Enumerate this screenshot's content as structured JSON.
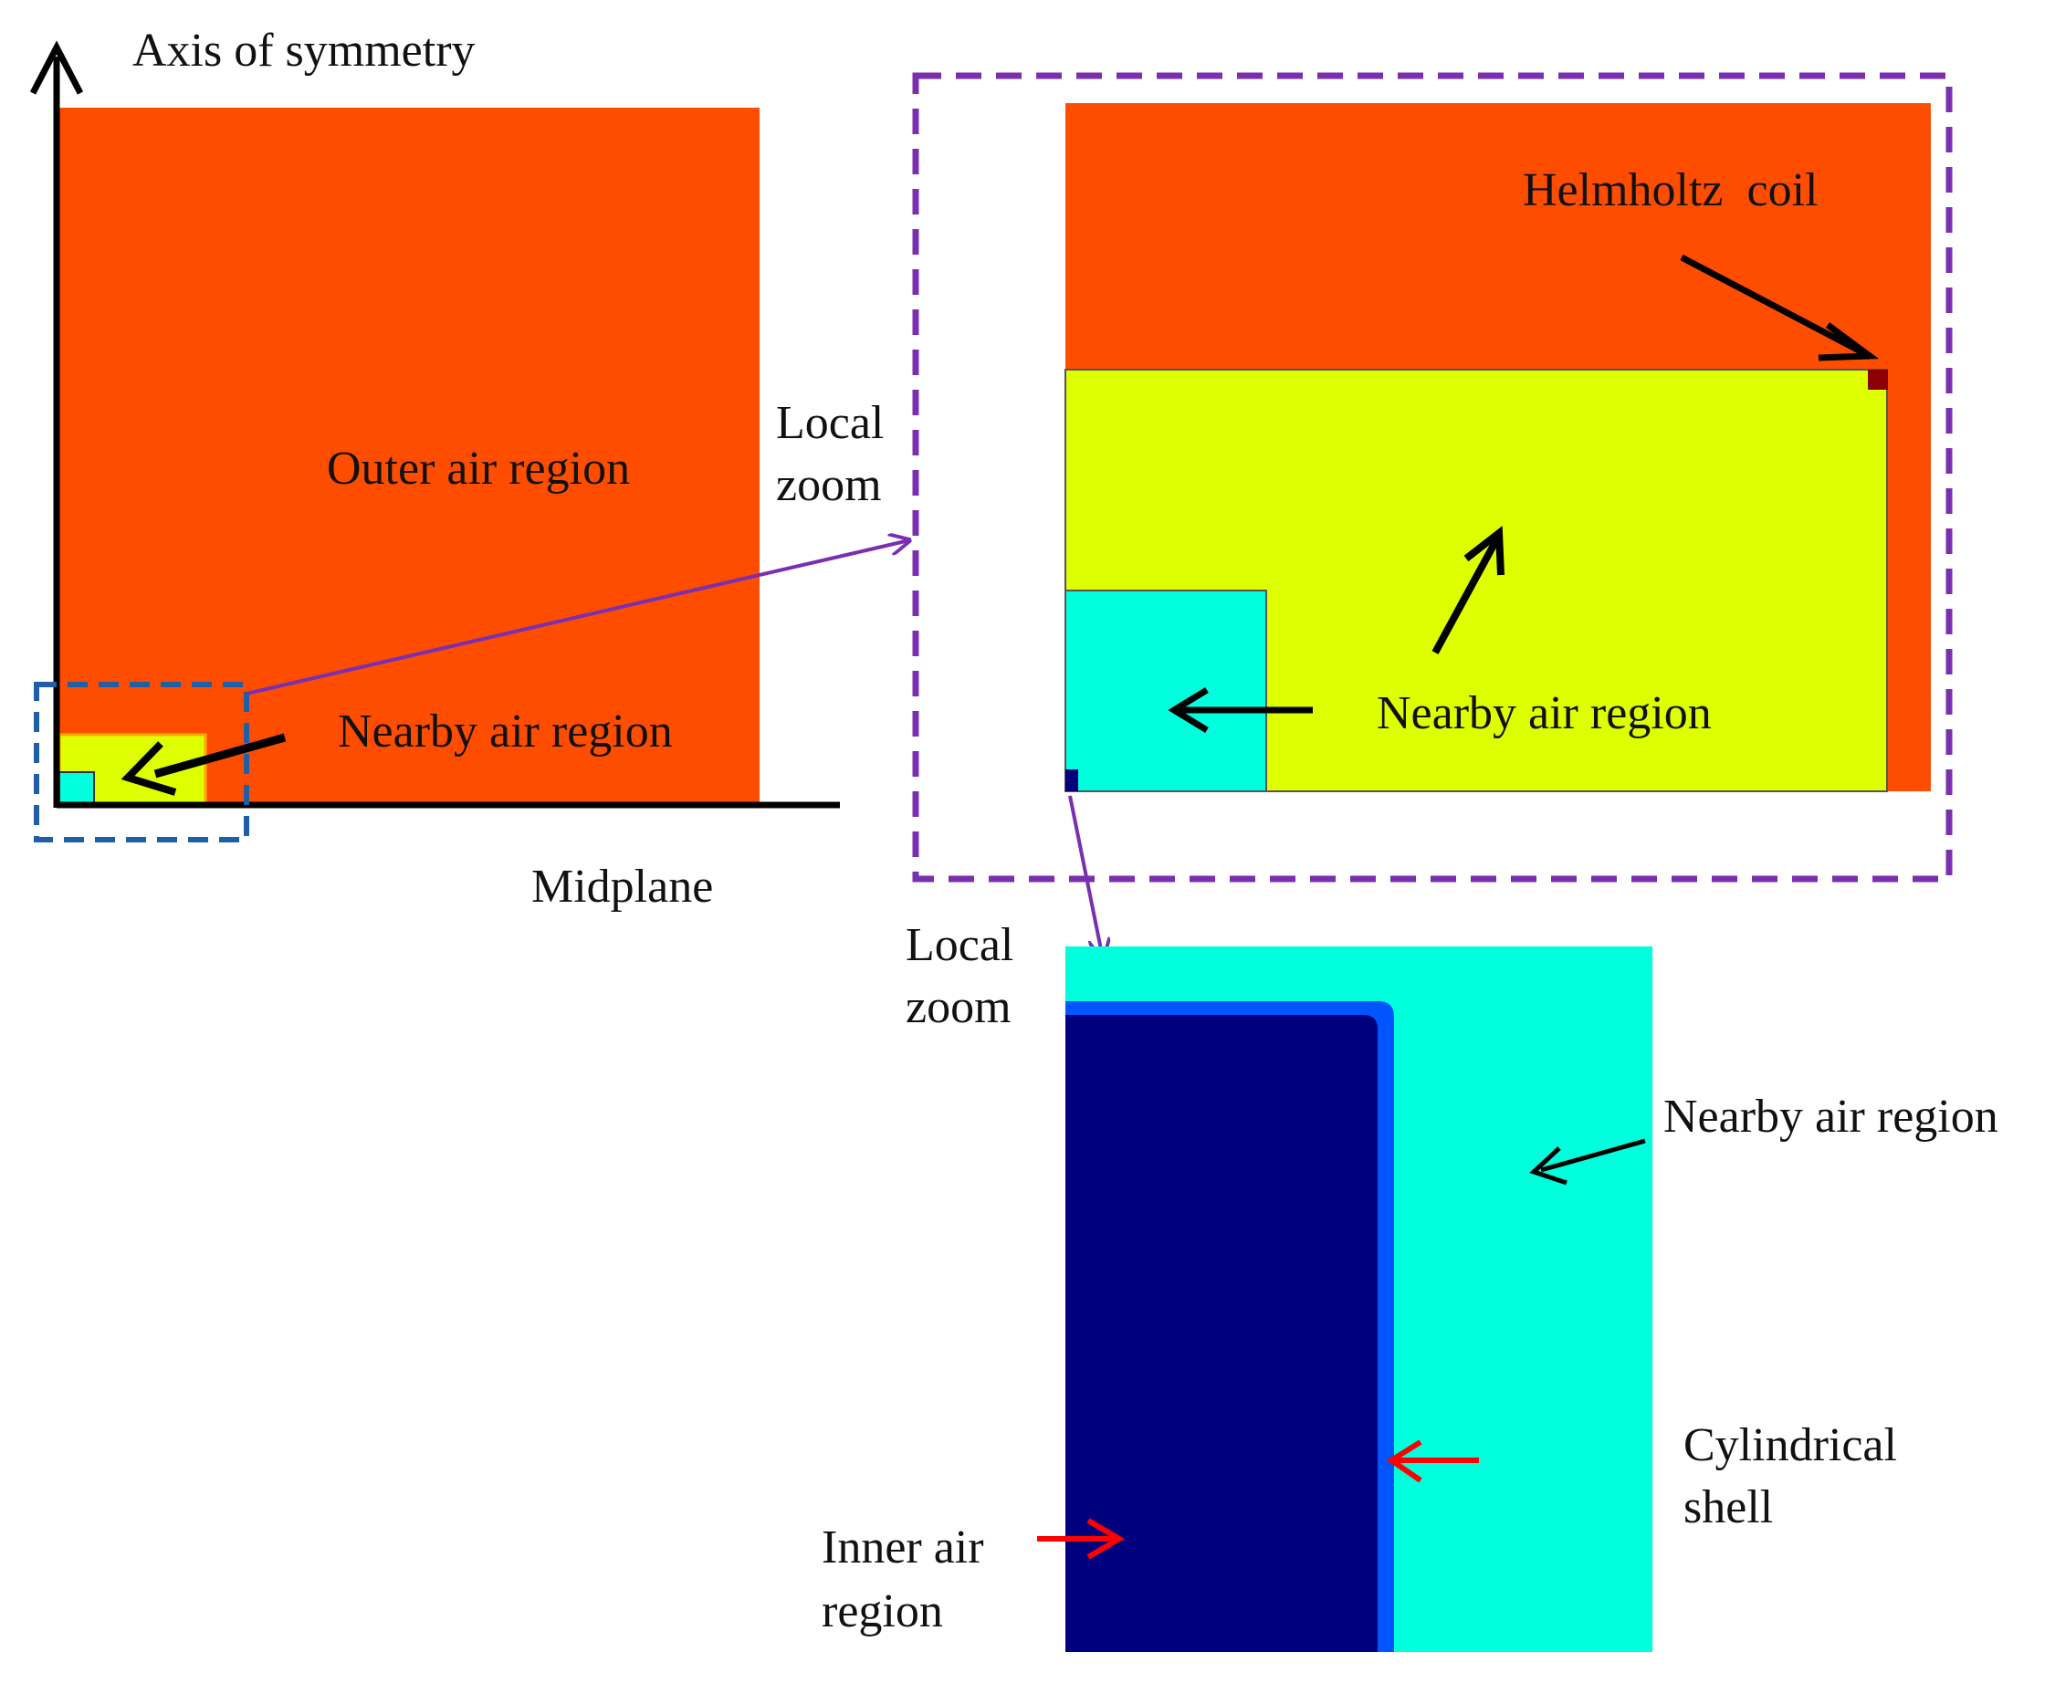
{
  "labels": {
    "axis_of_symmetry": "Axis of symmetry",
    "midplane": "Midplane",
    "outer_air_region": "Outer air region",
    "nearby_air_region_main": "Nearby air region",
    "local_zoom_1_line1": "Local",
    "local_zoom_1_line2": "zoom",
    "helmholtz_coil": "Helmholtz  coil",
    "nearby_air_region_zoom1": "Nearby air region",
    "local_zoom_2_line1": "Local",
    "local_zoom_2_line2": "zoom",
    "nearby_air_region_zoom2": "Nearby air region",
    "cylindrical_shell_line1": "Cylindrical",
    "cylindrical_shell_line2": "shell",
    "inner_air_region_line1": "Inner air",
    "inner_air_region_line2": "region"
  },
  "colors": {
    "outer_air": "#ff4d00",
    "nearby_air": "#ddff00",
    "cyan_region": "#00ffdd",
    "inner_air": "#00007f",
    "shell": "#0055ff",
    "coil": "#8b0000",
    "zoom_box_1": "#1f5fa8",
    "zoom_box_2": "#7a2fb0",
    "arrow_black": "#000000",
    "arrow_red": "#ff0000"
  }
}
